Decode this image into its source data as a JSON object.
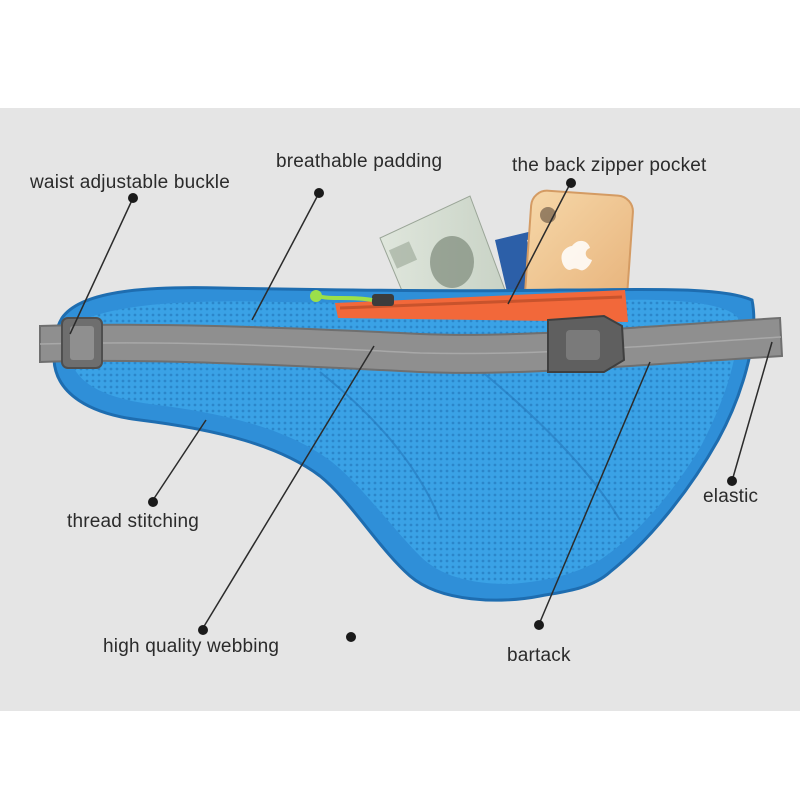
{
  "labels": {
    "waist_buckle": "waist adjustable buckle",
    "breathable_padding": "breathable padding",
    "back_zipper_pocket": "the back zipper pocket",
    "thread_stitching": "thread stitching",
    "high_quality_webbing": "high quality webbing",
    "elastic": "elastic",
    "bartack": "bartack"
  },
  "colors": {
    "background": "#e5e5e5",
    "bag_blue": "#2f8fd8",
    "mesh_blue": "#3aa2e6",
    "strap_gray": "#8f8f8f",
    "zipper_orange": "#f2683a",
    "zipper_pull_green": "#9be04a"
  }
}
